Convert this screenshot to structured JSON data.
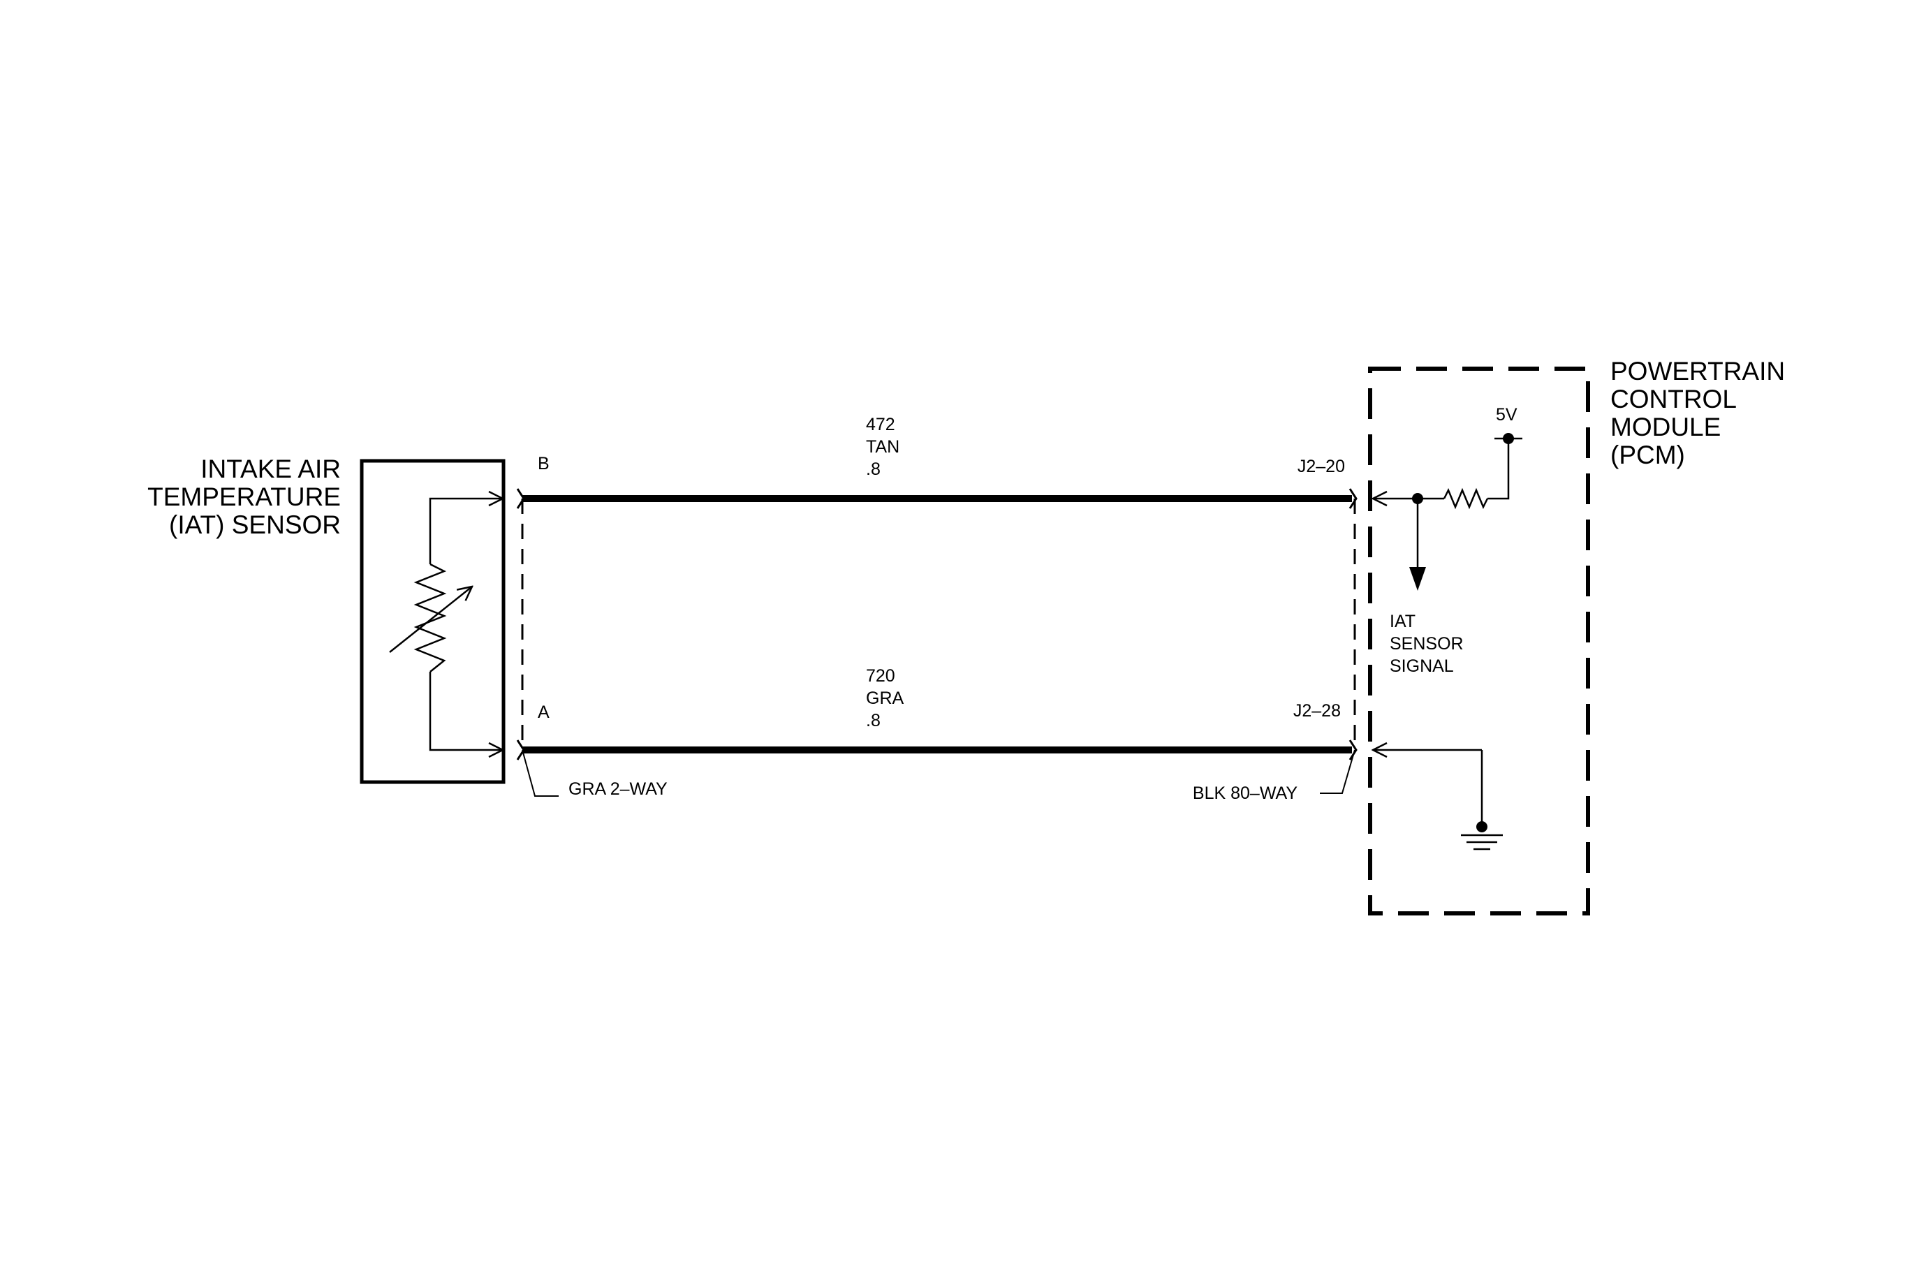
{
  "sensor": {
    "title_lines": [
      "INTAKE AIR",
      "TEMPERATURE",
      "(IAT) SENSOR"
    ],
    "pin_b": "B",
    "pin_a": "A",
    "connector": "GRA 2–WAY"
  },
  "pcm": {
    "title_lines": [
      "POWERTRAIN",
      "CONTROL",
      "MODULE",
      "(PCM)"
    ],
    "supply": "5V",
    "signal_lines": [
      "IAT",
      "SENSOR",
      "SIGNAL"
    ],
    "pin_top": "J2–20",
    "pin_bottom": "J2–28",
    "connector": "BLK 80–WAY"
  },
  "wires": [
    {
      "circuit": "472",
      "color": "TAN",
      "gauge": ".8"
    },
    {
      "circuit": "720",
      "color": "GRA",
      "gauge": ".8"
    }
  ]
}
